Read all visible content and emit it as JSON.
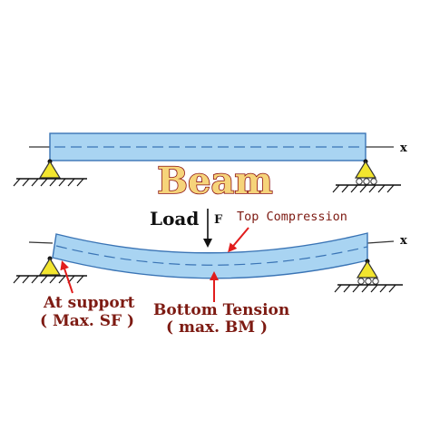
{
  "title": "Beam",
  "load_label": "Load",
  "force_symbol": "F",
  "axis_label_top": "x",
  "axis_label_bottom": "x",
  "annotations": {
    "top_compression": "Top Compression",
    "at_support_line1": "At support",
    "at_support_line2": "( Max. SF )",
    "bottom_tension_line1": "Bottom Tension",
    "bottom_tension_line2": "( max. BM )"
  },
  "colors": {
    "beam_fill": "#a9d4f2",
    "beam_stroke": "#3a74b5",
    "support_fill": "#f2e52e",
    "title_fill": "#f6d47a",
    "title_stroke": "#8b1010",
    "annotation_text": "#7d1a12",
    "arrow_red": "#e11d1d",
    "ink": "#111111"
  }
}
